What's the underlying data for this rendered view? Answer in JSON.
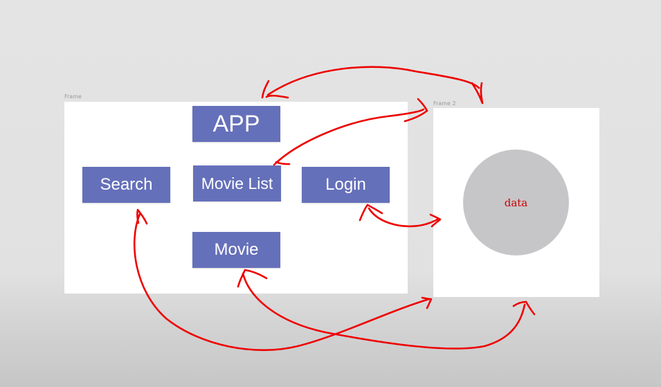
{
  "frames": {
    "frame1_label": "Frame",
    "frame2_label": "Frame 2"
  },
  "components": {
    "app": "APP",
    "search": "Search",
    "movie_list": "Movie List",
    "login": "Login",
    "movie": "Movie"
  },
  "store": {
    "label": "data"
  },
  "colors": {
    "box": "#6570ba",
    "circle": "#c6c5c8",
    "arrow": "#ee0000"
  }
}
